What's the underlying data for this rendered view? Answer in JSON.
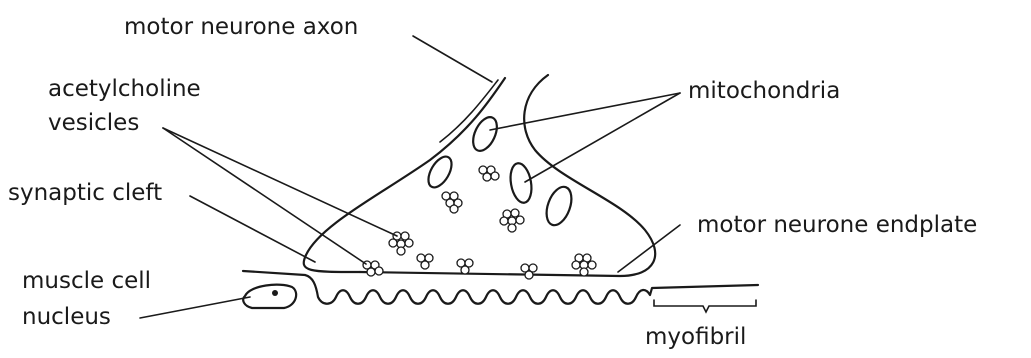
{
  "labels": {
    "motor_axon": "motor neurone axon",
    "ach_line1": "acetylcholine",
    "ach_line2": "vesicles",
    "mitochondria": "mitochondria",
    "synaptic_cleft": "synaptic cleft",
    "endplate": "motor neurone endplate",
    "muscle_line1": "muscle cell",
    "muscle_line2": "nucleus",
    "myofibril": "myofibril"
  }
}
